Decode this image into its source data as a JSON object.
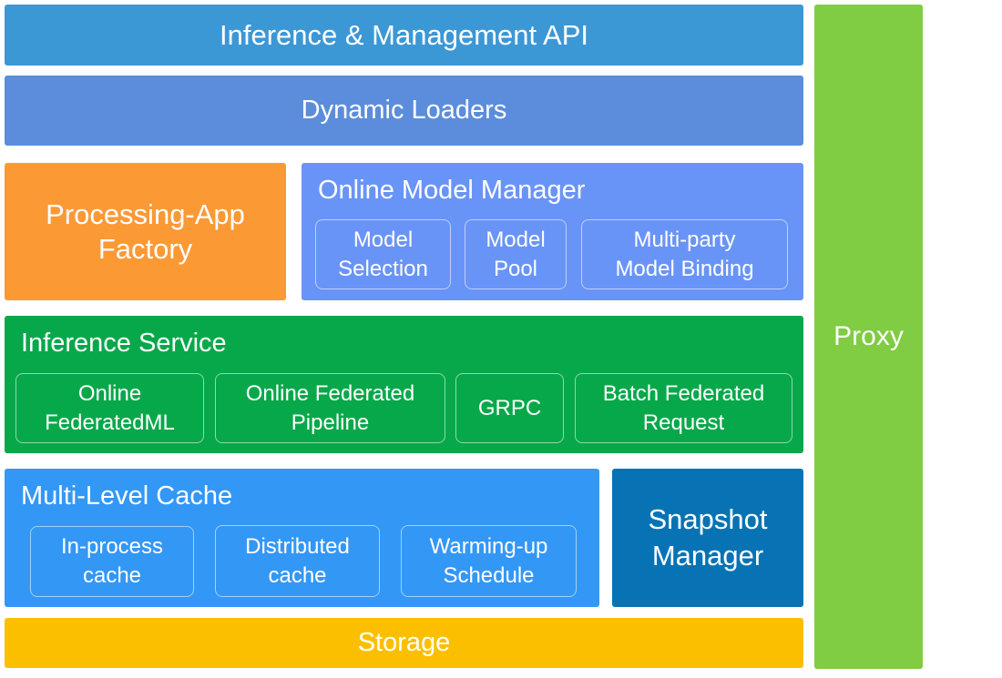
{
  "layers": {
    "api": "Inference & Management API",
    "loaders": "Dynamic Loaders",
    "factory": {
      "line1": "Processing-App",
      "line2": "Factory"
    },
    "model_manager": {
      "title": "Online Model Manager",
      "items": [
        {
          "line1": "Model",
          "line2": "Selection"
        },
        {
          "line1": "Model",
          "line2": "Pool"
        },
        {
          "line1": "Multi-party",
          "line2": "Model Binding"
        }
      ]
    },
    "inference_service": {
      "title": "Inference Service",
      "items": [
        {
          "line1": "Online",
          "line2": "FederatedML"
        },
        {
          "line1": "Online Federated",
          "line2": "Pipeline"
        },
        {
          "line1": "GRPC",
          "line2": ""
        },
        {
          "line1": "Batch Federated",
          "line2": "Request"
        }
      ]
    },
    "cache": {
      "title": "Multi-Level Cache",
      "items": [
        {
          "line1": "In-process",
          "line2": "cache"
        },
        {
          "line1": "Distributed",
          "line2": "cache"
        },
        {
          "line1": "Warming-up",
          "line2": "Schedule"
        }
      ]
    },
    "snapshot": {
      "line1": "Snapshot",
      "line2": "Manager"
    },
    "storage": "Storage",
    "proxy": "Proxy"
  },
  "colors": {
    "api": "#3c97d5",
    "loaders": "#5b8ddc",
    "factory": "#fb9935",
    "model_manager": "#6994f7",
    "inference_service": "#07a84a",
    "cache": "#3397f6",
    "snapshot": "#0873b4",
    "storage": "#fcbf00",
    "proxy": "#80cc42"
  }
}
